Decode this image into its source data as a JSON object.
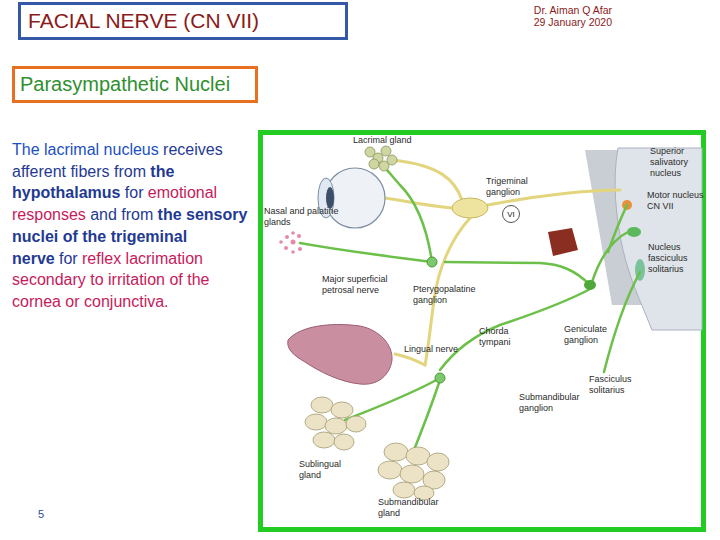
{
  "diagram": {
    "title": "FACIAL NERVE (CN VII)",
    "nodes": [
      {
        "text": [
          "Parasympathetic Nuclei"
        ]
      },
      {
        "text": [
          "VI"
        ]
      }
    ],
    "labels": [
      "Dr. Aiman Q Afar",
      "29 January 2020",
      "The lacrimal nucleus",
      "receives afferent fibers from",
      "the hypothalamus",
      "for",
      "emotional responses",
      "and from",
      "the sensory nuclei of the trigeminal nerve",
      "for",
      "reflex lacrimation secondary to irritation of the cornea or conjunctiva.",
      "Lacrimal gland",
      "Trigeminal ganglion",
      "Nasal and palatine glands",
      "Superior salivatory nucleus",
      "Motor nucleus CN VII",
      "Nucleus fasciculus solitarius",
      "Major superficial petrosal nerve",
      "Pterygopalatine ganglion",
      "Geniculate ganglion",
      "Chorda tympani",
      "Fasciculus solitarius",
      "Lingual nerve",
      "Submandibular ganglion",
      "Sublingual gland",
      "Submandibular gland",
      "5"
    ]
  }
}
